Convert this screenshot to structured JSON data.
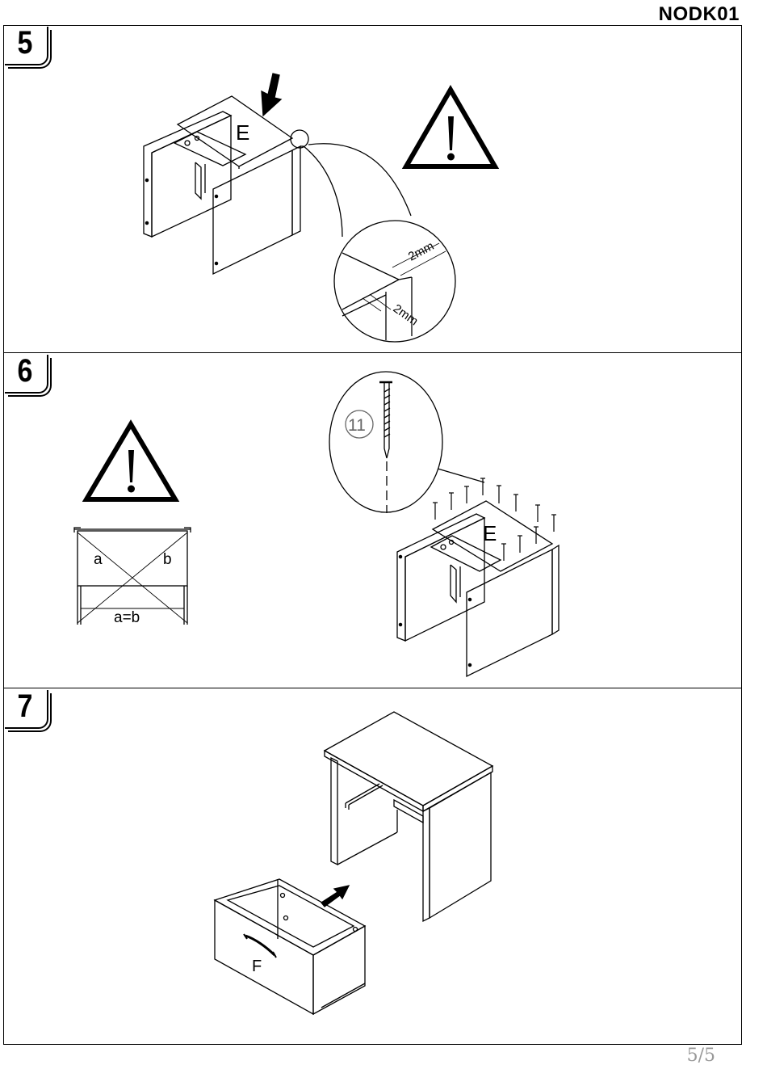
{
  "document": {
    "code": "NODK01",
    "page_number": "5/5"
  },
  "steps": [
    {
      "number": "5",
      "panel_label": "E",
      "measure_top": "2mm",
      "measure_bottom": "2mm"
    },
    {
      "number": "6",
      "check_a": "a",
      "check_b": "b",
      "check_eq": "a=b",
      "screw_count": "11",
      "panel_label": "E"
    },
    {
      "number": "7",
      "drawer_label": "F"
    }
  ],
  "icons": {
    "warning": "warning-triangle-icon",
    "arrow": "push-arrow-icon"
  }
}
